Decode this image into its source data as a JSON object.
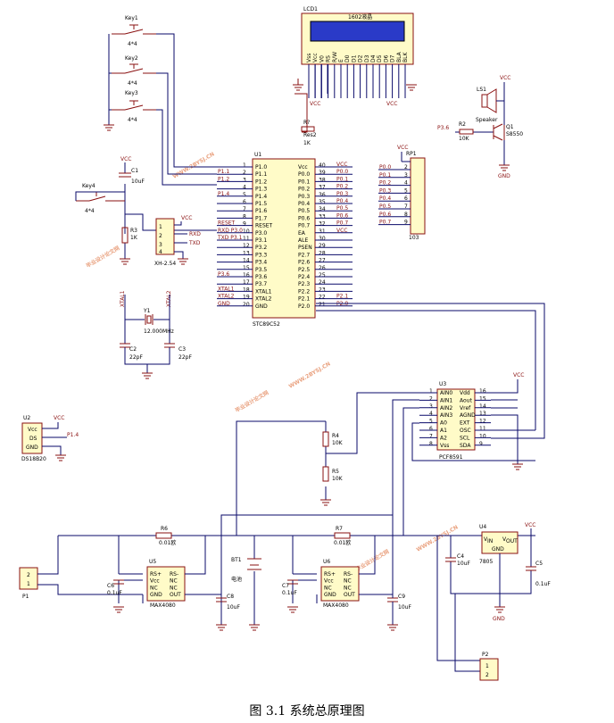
{
  "caption": "图 3.1 系统总原理图",
  "lcd": {
    "ref": "LCD1",
    "name": "1602液晶",
    "pins": [
      "Vss",
      "Vcc",
      "V0",
      "RS",
      "R/W",
      "E",
      "D0",
      "D1",
      "D2",
      "D3",
      "D4",
      "D5",
      "D6",
      "D7",
      "BLA",
      "BLK"
    ]
  },
  "keys": [
    {
      "ref": "Key1",
      "size": "4*4"
    },
    {
      "ref": "Key2",
      "size": "4*4"
    },
    {
      "ref": "Key3",
      "size": "4*4"
    },
    {
      "ref": "Key4",
      "size": "4*4"
    }
  ],
  "mcu": {
    "ref": "U1",
    "name": "STC89C52",
    "left_pins": [
      "P1.0",
      "P1.1",
      "P1.2",
      "P1.3",
      "P1.4",
      "P1.5",
      "P1.6",
      "P1.7",
      "RESET",
      "P3.0",
      "P3.1",
      "P3.2",
      "P3.3",
      "P3.4",
      "P3.5",
      "P3.6",
      "P3.7",
      "XTAL1",
      "XTAL2",
      "GND"
    ],
    "left_nums": [
      "1",
      "2",
      "3",
      "4",
      "5",
      "6",
      "7",
      "8",
      "9",
      "10",
      "11",
      "12",
      "13",
      "14",
      "15",
      "16",
      "17",
      "18",
      "19",
      "20"
    ],
    "right_pins": [
      "Vcc",
      "P0.0",
      "P0.1",
      "P0.2",
      "P0.3",
      "P0.4",
      "P0.5",
      "P0.6",
      "P0.7",
      "EA",
      "ALE",
      "PSEN",
      "P2.7",
      "P2.6",
      "P2.5",
      "P2.4",
      "P2.3",
      "P2.2",
      "P2.1",
      "P2.0"
    ],
    "right_nums": [
      "40",
      "39",
      "38",
      "37",
      "36",
      "35",
      "34",
      "33",
      "32",
      "31",
      "30",
      "29",
      "28",
      "27",
      "26",
      "25",
      "24",
      "23",
      "22",
      "21"
    ],
    "left_nets": [
      "",
      "P1.1",
      "P1.2",
      "",
      "P1.4",
      "",
      "",
      "",
      "RESET",
      "RXD P3.0",
      "TXD P3.1",
      "",
      "",
      "",
      "",
      "P3.6",
      "",
      "XTAL1",
      "XTAL2",
      "GND"
    ],
    "right_nets": [
      "VCC",
      "P0.0",
      "P0.1",
      "P0.2",
      "P0.3",
      "P0.4",
      "P0.5",
      "P0.6",
      "P0.7",
      "VCC",
      "",
      "",
      "",
      "",
      "",
      "",
      "",
      "",
      "P2.1",
      "P2.0"
    ]
  },
  "rp1": {
    "ref": "RP1",
    "value": "103",
    "nets": [
      "P0.0",
      "P0.1",
      "P0.2",
      "P0.3",
      "P0.4",
      "P0.5",
      "P0.6",
      "P0.7"
    ]
  },
  "xh": {
    "ref": "XH-2.54",
    "nets": [
      "RXD",
      "TXD"
    ]
  },
  "crystal": {
    "ref": "Y1",
    "value": "12.000MHz",
    "net1": "XTAL1",
    "net2": "XTAL2",
    "c2": "C2",
    "c2v": "22pF",
    "c3": "C3",
    "c3v": "22pF"
  },
  "reset": {
    "c1": "C1",
    "c1v": "10uF",
    "r3": "R3",
    "r3v": "1K"
  },
  "speaker": {
    "ref": "LS1",
    "name": "Speaker",
    "r2": "R2",
    "r2v": "10K",
    "q1": "Q1",
    "q1v": "S8550",
    "net": "P3.6"
  },
  "contrast": {
    "ref": "R?",
    "value": "Res2",
    "r1k": "1K"
  },
  "ds18b20": {
    "ref": "U2",
    "name": "DS18B20",
    "pins": [
      "Vcc",
      "DS",
      "GND"
    ],
    "net": "P1.4"
  },
  "pcf": {
    "ref": "U3",
    "name": "PCF8591",
    "left_pins": [
      "AIN0",
      "AIN1",
      "AIN2",
      "AIN3",
      "A0",
      "A1",
      "A2",
      "Vss"
    ],
    "right_pins": [
      "Vdd",
      "Aout",
      "Vref",
      "AGND",
      "EXT",
      "OSC",
      "SCL",
      "SDA"
    ],
    "left_nums": [
      "1",
      "2",
      "3",
      "4",
      "5",
      "6",
      "7",
      "8"
    ],
    "right_nums": [
      "16",
      "15",
      "14",
      "13",
      "12",
      "11",
      "10",
      "9"
    ]
  },
  "r4": {
    "ref": "R4",
    "value": "10K"
  },
  "r5": {
    "ref": "R5",
    "value": "10K"
  },
  "r6": {
    "ref": "R6",
    "value": "0.01欧"
  },
  "r7": {
    "ref": "R7",
    "value": "0.01欧"
  },
  "max1": {
    "ref": "U5",
    "name": "MAX4080",
    "left": [
      "RS+",
      "Vcc",
      "NC",
      "GND"
    ],
    "right": [
      "RS-",
      "NC",
      "NC",
      "OUT"
    ]
  },
  "max2": {
    "ref": "U6",
    "name": "MAX4080",
    "left": [
      "RS+",
      "Vcc",
      "NC",
      "GND"
    ],
    "right": [
      "RS-",
      "NC",
      "NC",
      "OUT"
    ]
  },
  "caps": {
    "c4": "C4",
    "c4v": "10uF",
    "c5": "C5",
    "c5v": "0.1uF",
    "c6": "C6",
    "c6v": "0.1uF",
    "c7": "C7",
    "c7v": "0.1uF",
    "c8": "C8",
    "c8v": "10uF",
    "c9": "C9",
    "c9v": "10uF"
  },
  "reg": {
    "ref": "U4",
    "name": "7805",
    "in": "IN",
    "out": "OUT",
    "gnd": "GND",
    "vin": "V",
    "vout": "V"
  },
  "battery": {
    "ref": "BT1",
    "name": "电池"
  },
  "p1": {
    "ref": "P1"
  },
  "p2": {
    "ref": "P2"
  },
  "power": {
    "vcc": "VCC",
    "gnd": "GND"
  },
  "watermark": {
    "text1": "毕业设计论文网",
    "text2": "WWW.2BYSJ.CN"
  }
}
